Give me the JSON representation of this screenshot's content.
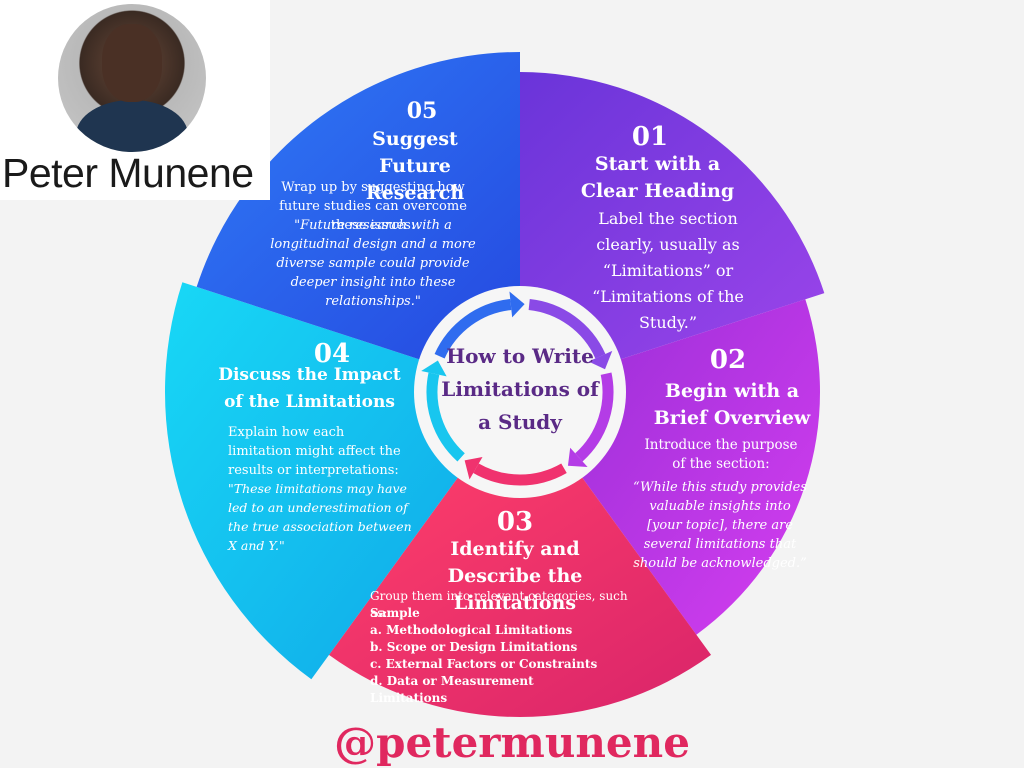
{
  "author": {
    "name": "Peter Munene",
    "handle": "@petermunene",
    "photo": "author-portrait"
  },
  "center": {
    "title": "How to Write Limitations of a Study"
  },
  "colors": {
    "s01": "#7a3ee0",
    "s02": "#b42fe6",
    "s03": "#f0326e",
    "s04": "#10c8ef",
    "s05": "#2a66ef",
    "handle": "#e0285f"
  },
  "steps": [
    {
      "number": "01",
      "heading": "Start with a Clear Heading",
      "text": "Label the section clearly, usually as “Limitations” or “Limitations of the Study.”"
    },
    {
      "number": "02",
      "heading": "Begin with a Brief Overview",
      "text": "Introduce the purpose of the section:",
      "quote": "“While this study provides valuable insights into [your topic], there are several limitations that should be acknowledged.”"
    },
    {
      "number": "03",
      "heading": "Identify and Describe the Limitations",
      "text": "Group them into relevant categories, such as:",
      "list_title": "Sample",
      "list": [
        "a. Methodological Limitations",
        "b. Scope or Design Limitations",
        "c. External Factors or Constraints",
        "d. Data or Measurement Limitations"
      ]
    },
    {
      "number": "04",
      "heading": "Discuss the Impact of the Limitations",
      "text": "Explain how each limitation might affect the results or interpretations:",
      "quote": "\"These limitations may have led to an underestimation of the true association between X and Y.\""
    },
    {
      "number": "05",
      "heading": "Suggest Future Research",
      "text": "Wrap up by suggesting how future studies can overcome these issues:",
      "quote": "\"Future research with a longitudinal design and a more diverse sample could provide deeper insight into these relationships.\""
    }
  ]
}
